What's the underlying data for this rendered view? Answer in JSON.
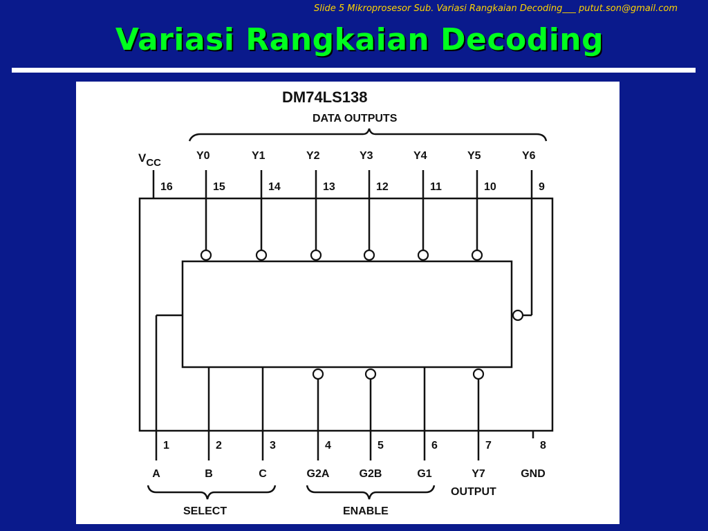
{
  "header": {
    "note": "Slide 5 Mikroprosesor Sub. Variasi Rangkaian Decoding___ putut.son@gmail.com",
    "title": "Variasi Rangkaian Decoding"
  },
  "colors": {
    "background": "#0a1a8c",
    "title": "#00ff1e",
    "note": "#ffd400",
    "rule": "#ffffff"
  },
  "diagram": {
    "chip_name": "DM74LS138",
    "top_group_label": "DATA OUTPUTS",
    "vcc_label": "V",
    "vcc_sub": "CC",
    "top_pins": [
      {
        "name": "Y0",
        "num": "15"
      },
      {
        "name": "Y1",
        "num": "14"
      },
      {
        "name": "Y2",
        "num": "13"
      },
      {
        "name": "Y3",
        "num": "12"
      },
      {
        "name": "Y4",
        "num": "11"
      },
      {
        "name": "Y5",
        "num": "10"
      },
      {
        "name": "Y6",
        "num": "9"
      }
    ],
    "vcc_num": "16",
    "bottom_pins": [
      {
        "name": "A",
        "num": "1"
      },
      {
        "name": "B",
        "num": "2"
      },
      {
        "name": "C",
        "num": "3"
      },
      {
        "name": "G2A",
        "num": "4"
      },
      {
        "name": "G2B",
        "num": "5"
      },
      {
        "name": "G1",
        "num": "6"
      },
      {
        "name": "Y7",
        "num": "7"
      },
      {
        "name": "GND",
        "num": "8"
      }
    ],
    "select_label": "SELECT",
    "enable_label": "ENABLE",
    "output_label": "OUTPUT"
  }
}
